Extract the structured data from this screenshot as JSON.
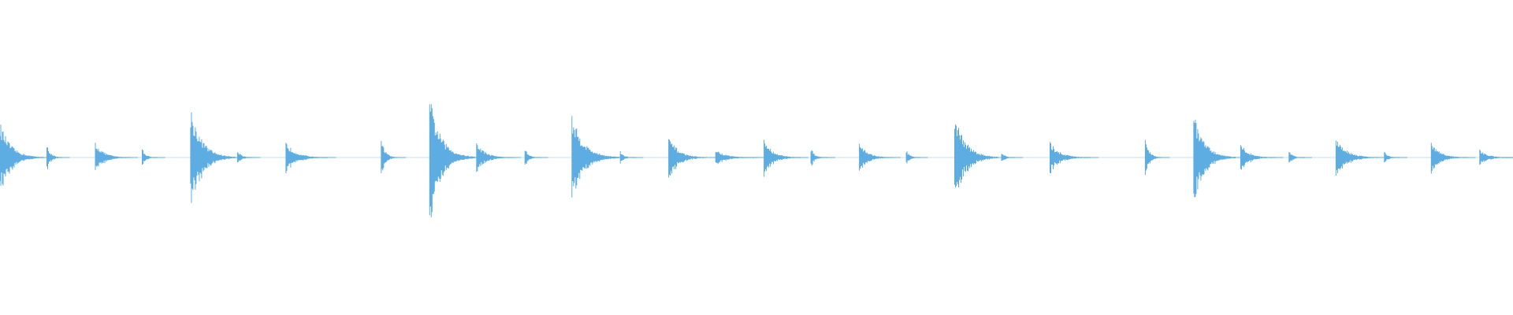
{
  "waveform": {
    "color": "#5dade2",
    "hits": [
      {
        "time": 0.0,
        "amp": 0.23,
        "decay": 0.029
      },
      {
        "time": 0.031,
        "amp": 0.09,
        "decay": 0.01
      },
      {
        "time": 0.063,
        "amp": 0.1,
        "decay": 0.023
      },
      {
        "time": 0.094,
        "amp": 0.06,
        "decay": 0.01
      },
      {
        "time": 0.126,
        "amp": 0.33,
        "decay": 0.03
      },
      {
        "time": 0.157,
        "amp": 0.05,
        "decay": 0.01
      },
      {
        "time": 0.189,
        "amp": 0.1,
        "decay": 0.028
      },
      {
        "time": 0.252,
        "amp": 0.12,
        "decay": 0.011
      },
      {
        "time": 0.284,
        "amp": 0.4,
        "decay": 0.03
      },
      {
        "time": 0.315,
        "amp": 0.1,
        "decay": 0.024
      },
      {
        "time": 0.347,
        "amp": 0.06,
        "decay": 0.01
      },
      {
        "time": 0.378,
        "amp": 0.28,
        "decay": 0.032
      },
      {
        "time": 0.41,
        "amp": 0.04,
        "decay": 0.01
      },
      {
        "time": 0.442,
        "amp": 0.14,
        "decay": 0.026
      },
      {
        "time": 0.473,
        "amp": 0.05,
        "decay": 0.028
      },
      {
        "time": 0.505,
        "amp": 0.12,
        "decay": 0.024
      },
      {
        "time": 0.536,
        "amp": 0.06,
        "decay": 0.011
      },
      {
        "time": 0.568,
        "amp": 0.1,
        "decay": 0.022
      },
      {
        "time": 0.599,
        "amp": 0.05,
        "decay": 0.009
      },
      {
        "time": 0.631,
        "amp": 0.3,
        "decay": 0.029
      },
      {
        "time": 0.662,
        "amp": 0.04,
        "decay": 0.009
      },
      {
        "time": 0.694,
        "amp": 0.1,
        "decay": 0.027
      },
      {
        "time": 0.757,
        "amp": 0.12,
        "decay": 0.011
      },
      {
        "time": 0.789,
        "amp": 0.3,
        "decay": 0.028
      },
      {
        "time": 0.82,
        "amp": 0.09,
        "decay": 0.023
      },
      {
        "time": 0.852,
        "amp": 0.05,
        "decay": 0.01
      },
      {
        "time": 0.883,
        "amp": 0.14,
        "decay": 0.028
      },
      {
        "time": 0.915,
        "amp": 0.04,
        "decay": 0.01
      },
      {
        "time": 0.946,
        "amp": 0.1,
        "decay": 0.024
      },
      {
        "time": 0.978,
        "amp": 0.05,
        "decay": 0.022
      }
    ]
  }
}
